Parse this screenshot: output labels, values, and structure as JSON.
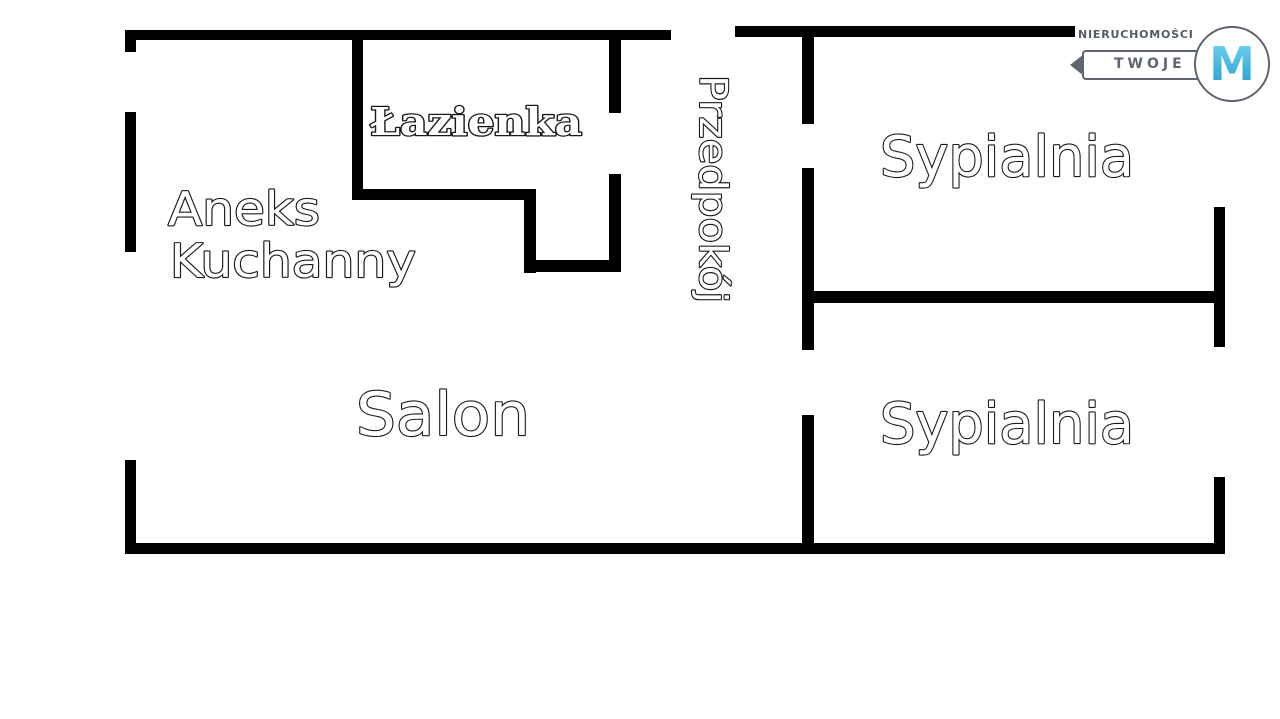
{
  "rooms": {
    "lazienka": "Łazienka",
    "aneks_line1": "Aneks",
    "aneks_line2": "Kuchanny",
    "przedpokoj": "Przedpokój",
    "salon": "Salon",
    "sypialnia_1": "Sypialnia",
    "sypialnia_2": "Sypialnia"
  },
  "logo": {
    "top_text": "NIERUCHOMOŚCI",
    "key_text": "TWOJE",
    "monogram": "M",
    "accent_color": "#39b8dc"
  },
  "colors": {
    "wall": "#000000",
    "background": "#ffffff",
    "label_fill": "#ffffff",
    "label_outline": "#1a1a1a"
  }
}
